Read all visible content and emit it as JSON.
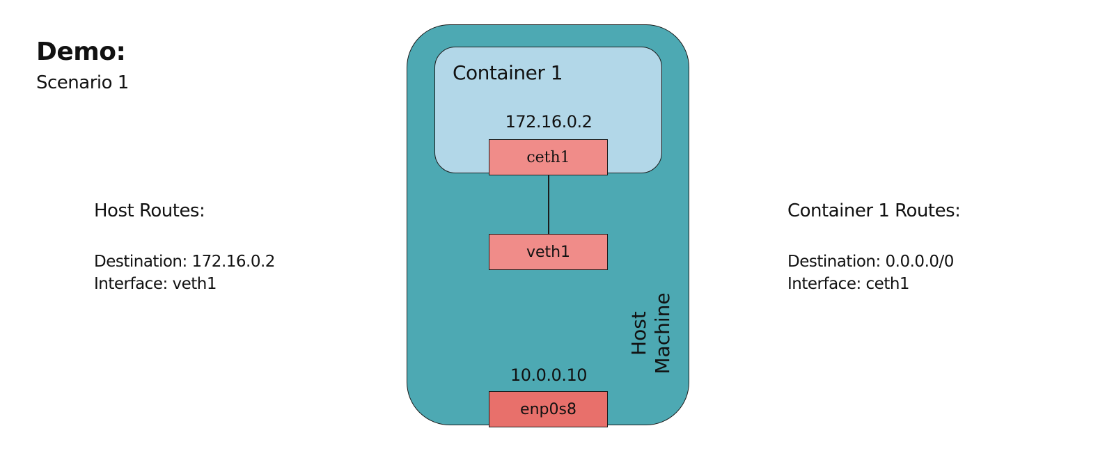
{
  "title": "Demo:",
  "subtitle": "Scenario 1",
  "host_routes": {
    "heading": "Host Routes:",
    "destination": "Destination: 172.16.0.2",
    "interface": "Interface: veth1"
  },
  "container_routes": {
    "heading": "Container 1 Routes:",
    "destination": "Destination: 0.0.0.0/0",
    "interface": "Interface: ceth1"
  },
  "diagram": {
    "host_label_line1": "Host",
    "host_label_line2": "Machine",
    "container_label": "Container 1",
    "ceth1": {
      "label": "ceth1",
      "ip": "172.16.0.2"
    },
    "veth1": {
      "label": "veth1"
    },
    "enp0s8": {
      "label": "enp0s8",
      "ip": "10.0.0.10"
    },
    "colors": {
      "host_fill": "#4da9b3",
      "container_fill": "#b2d7e8",
      "veth_pair_fill": "#f08c89",
      "physical_iface_fill": "#e8706b"
    }
  }
}
